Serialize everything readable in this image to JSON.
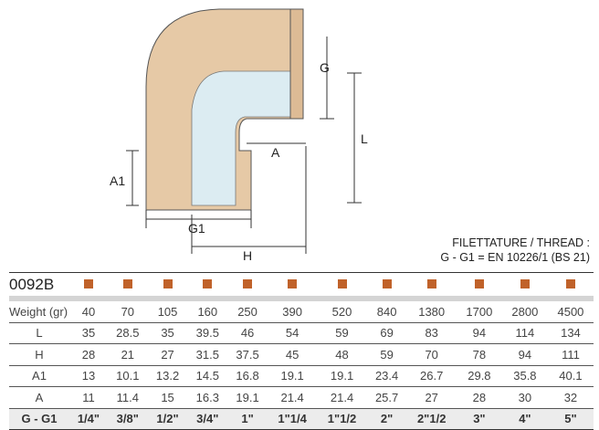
{
  "drawing": {
    "labels": {
      "G": "G",
      "L": "L",
      "A": "A",
      "A1": "A1",
      "G1": "G1",
      "H": "H"
    }
  },
  "thread_note": {
    "line1": "FILETTATURE / THREAD :",
    "line2": "G - G1 = EN 10226/1 (BS 21)"
  },
  "table": {
    "code": "0092B",
    "marker_color": "#c0622a",
    "rows": [
      {
        "label": "Weight (gr)",
        "values": [
          "40",
          "70",
          "105",
          "160",
          "250",
          "390",
          "520",
          "840",
          "1380",
          "1700",
          "2800",
          "4500"
        ]
      },
      {
        "label": "L",
        "values": [
          "35",
          "28.5",
          "35",
          "39.5",
          "46",
          "54",
          "59",
          "69",
          "83",
          "94",
          "114",
          "134"
        ]
      },
      {
        "label": "H",
        "values": [
          "28",
          "21",
          "27",
          "31.5",
          "37.5",
          "45",
          "48",
          "59",
          "70",
          "78",
          "94",
          "111"
        ]
      },
      {
        "label": "A1",
        "values": [
          "13",
          "10.1",
          "13.2",
          "14.5",
          "16.8",
          "19.1",
          "19.1",
          "23.4",
          "26.7",
          "29.8",
          "35.8",
          "40.1"
        ]
      },
      {
        "label": "A",
        "values": [
          "11",
          "11.4",
          "15",
          "16.3",
          "19.1",
          "21.4",
          "21.4",
          "25.7",
          "27",
          "28",
          "30",
          "32"
        ]
      }
    ],
    "size_row": {
      "label": "G - G1",
      "values": [
        "1/4\"",
        "3/8\"",
        "1/2\"",
        "3/4\"",
        "1\"",
        "1\"1/4",
        "1\"1/2",
        "2\"",
        "2\"1/2",
        "3\"",
        "4\"",
        "5\""
      ]
    }
  }
}
